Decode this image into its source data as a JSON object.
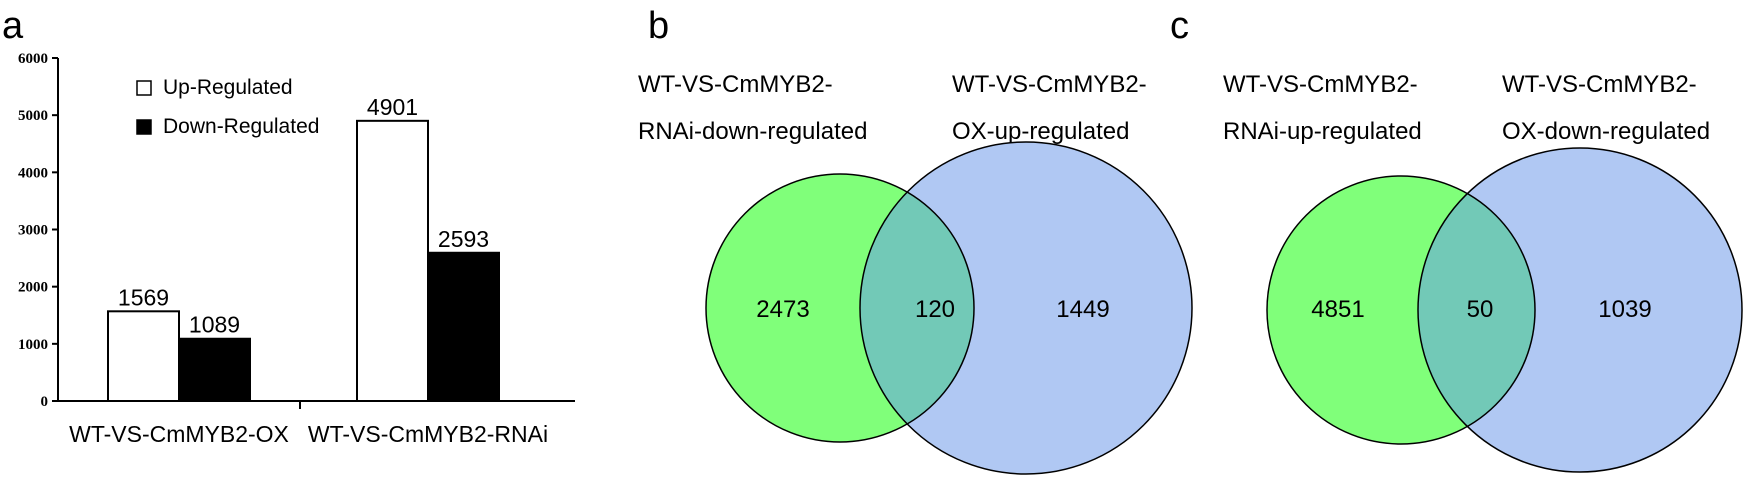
{
  "panels": {
    "a": "a",
    "b": "b",
    "c": "c"
  },
  "chart_data": [
    {
      "type": "bar",
      "categories": [
        "WT-VS-CmMYB2-OX",
        "WT-VS-CmMYB2-RNAi"
      ],
      "series": [
        {
          "name": "Up-Regulated",
          "values": [
            1569,
            4901
          ],
          "color": "#ffffff"
        },
        {
          "name": "Down-Regulated",
          "values": [
            1089,
            2593
          ],
          "color": "#000000"
        }
      ],
      "yticks": [
        "0",
        "1000",
        "2000",
        "3000",
        "4000",
        "5000",
        "6000"
      ],
      "ylim": [
        0,
        6000
      ],
      "legend": "top-left",
      "grid": false
    }
  ],
  "venn": [
    {
      "left_title_1": "WT-VS-CmMYB2-",
      "left_title_2": "RNAi-down-regulated",
      "right_title_1": "WT-VS-CmMYB2-",
      "right_title_2": "OX-up-regulated",
      "left_only": "2473",
      "overlap": "120",
      "right_only": "1449",
      "colors": {
        "left": "#80ff7a",
        "right": "#b0c8f3",
        "overlap": "#72c9b7"
      }
    },
    {
      "left_title_1": "WT-VS-CmMYB2-",
      "left_title_2": "RNAi-up-regulated",
      "right_title_1": "WT-VS-CmMYB2-",
      "right_title_2": "OX-down-regulated",
      "left_only": "4851",
      "overlap": "50",
      "right_only": "1039",
      "colors": {
        "left": "#80ff7a",
        "right": "#b0c8f3",
        "overlap": "#72c9b7"
      }
    }
  ]
}
